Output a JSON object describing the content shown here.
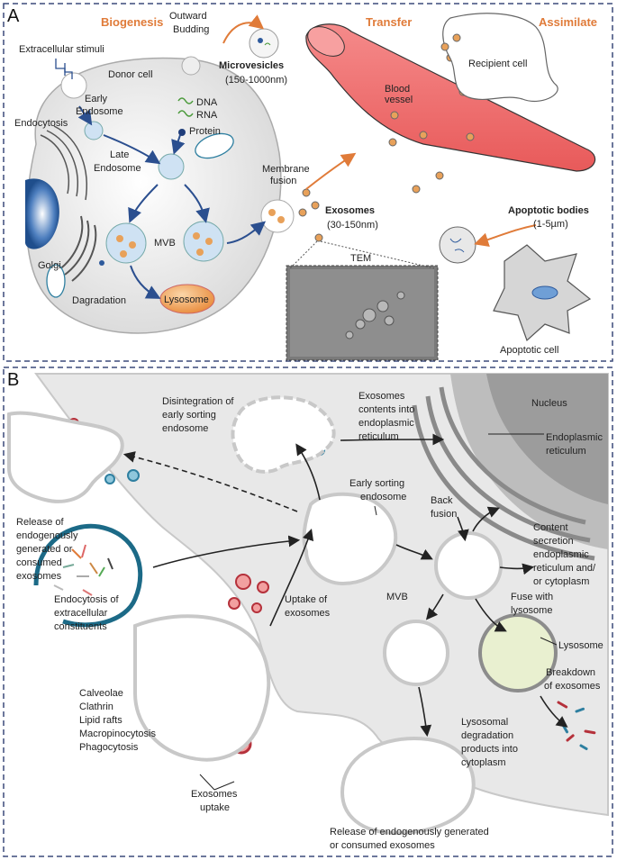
{
  "panel_a": {
    "label": "A",
    "biogenesis": "Biogenesis",
    "transfer": "Transfer",
    "assimilate": "Assimilate",
    "outward_budding_1": "Outward",
    "outward_budding_2": "Budding",
    "extracellular_stimuli": "Extracellular stimuli",
    "donor_cell": "Donor cell",
    "endocytosis": "Endocytosis",
    "early_endosome_1": "Early",
    "early_endosome_2": "Endosome",
    "dna": "DNA",
    "rna": "RNA",
    "protein": "Protein",
    "late_endosome_1": "Late",
    "late_endosome_2": "Endosome",
    "mvb": "MVB",
    "golgi": "Golgi",
    "dagradation": "Dagradation",
    "lysosome": "Lysosome",
    "microvesicles": "Microvesicles",
    "microvesicles_size": "(150-1000nm)",
    "membrane_fusion_1": "Membrane",
    "membrane_fusion_2": "fusion",
    "exosomes": "Exosomes",
    "exosomes_size": "(30-150nm)",
    "tem": "TEM",
    "blood_vessel_1": "Blood",
    "blood_vessel_2": "vessel",
    "recipient_cell": "Recipient cell",
    "apoptotic_bodies": "Apoptotic bodies",
    "apoptotic_size": "(1-5µm)",
    "apoptotic_cell": "Apoptotic cell"
  },
  "panel_b": {
    "label": "B",
    "disintegration_1": "Disintegration of",
    "disintegration_2": "early sorting",
    "disintegration_3": "endosome",
    "er_contents_1": "Exosomes",
    "er_contents_2": "contents into",
    "er_contents_3": "endoplasmic",
    "er_contents_4": "reticulum",
    "nucleus": "Nucleus",
    "er_1": "Endoplasmic",
    "er_2": "reticulum",
    "release_top_1": "Release of",
    "release_top_2": "endogenously",
    "release_top_3": "generated or",
    "release_top_4": "consumed",
    "release_top_5": "exosomes",
    "early_sorting_1": "Early sorting",
    "early_sorting_2": "endosome",
    "back_fusion_1": "Back",
    "back_fusion_2": "fusion",
    "content_secretion_1": "Content",
    "content_secretion_2": "secretion",
    "content_secretion_3": "endoplasmic",
    "content_secretion_4": "reticulum and/",
    "content_secretion_5": "or cytoplasm",
    "endocytosis_1": "Endocytosis of",
    "endocytosis_2": "extracellular",
    "endocytosis_3": "constituents",
    "uptake_1": "Uptake of",
    "uptake_2": "exosomes",
    "mvb": "MVB",
    "fuse_1": "Fuse with",
    "fuse_2": "lysosome",
    "lysosome": "Lysosome",
    "breakdown_1": "Breakdown",
    "breakdown_2": "of exosomes",
    "lyso_deg_1": "Lysosomal",
    "lyso_deg_2": "degradation",
    "lyso_deg_3": "products into",
    "lyso_deg_4": "cytoplasm",
    "mechanisms": [
      "Calveolae",
      "Clathrin",
      "Lipid rafts",
      "Macropinocytosis",
      "Phagocytosis"
    ],
    "exo_uptake_1": "Exosomes",
    "exo_uptake_2": "uptake",
    "release_bottom_1": "Release of endogenously generated",
    "release_bottom_2": "or consumed exosomes"
  },
  "colors": {
    "frame": "#3b4a7a",
    "orange": "#e07b39",
    "vessel": "#f26b6b",
    "red_vesicle": "#b5313b",
    "blue_vesicle": "#2e7fa0",
    "cell_gray": "#e6e6e6"
  }
}
